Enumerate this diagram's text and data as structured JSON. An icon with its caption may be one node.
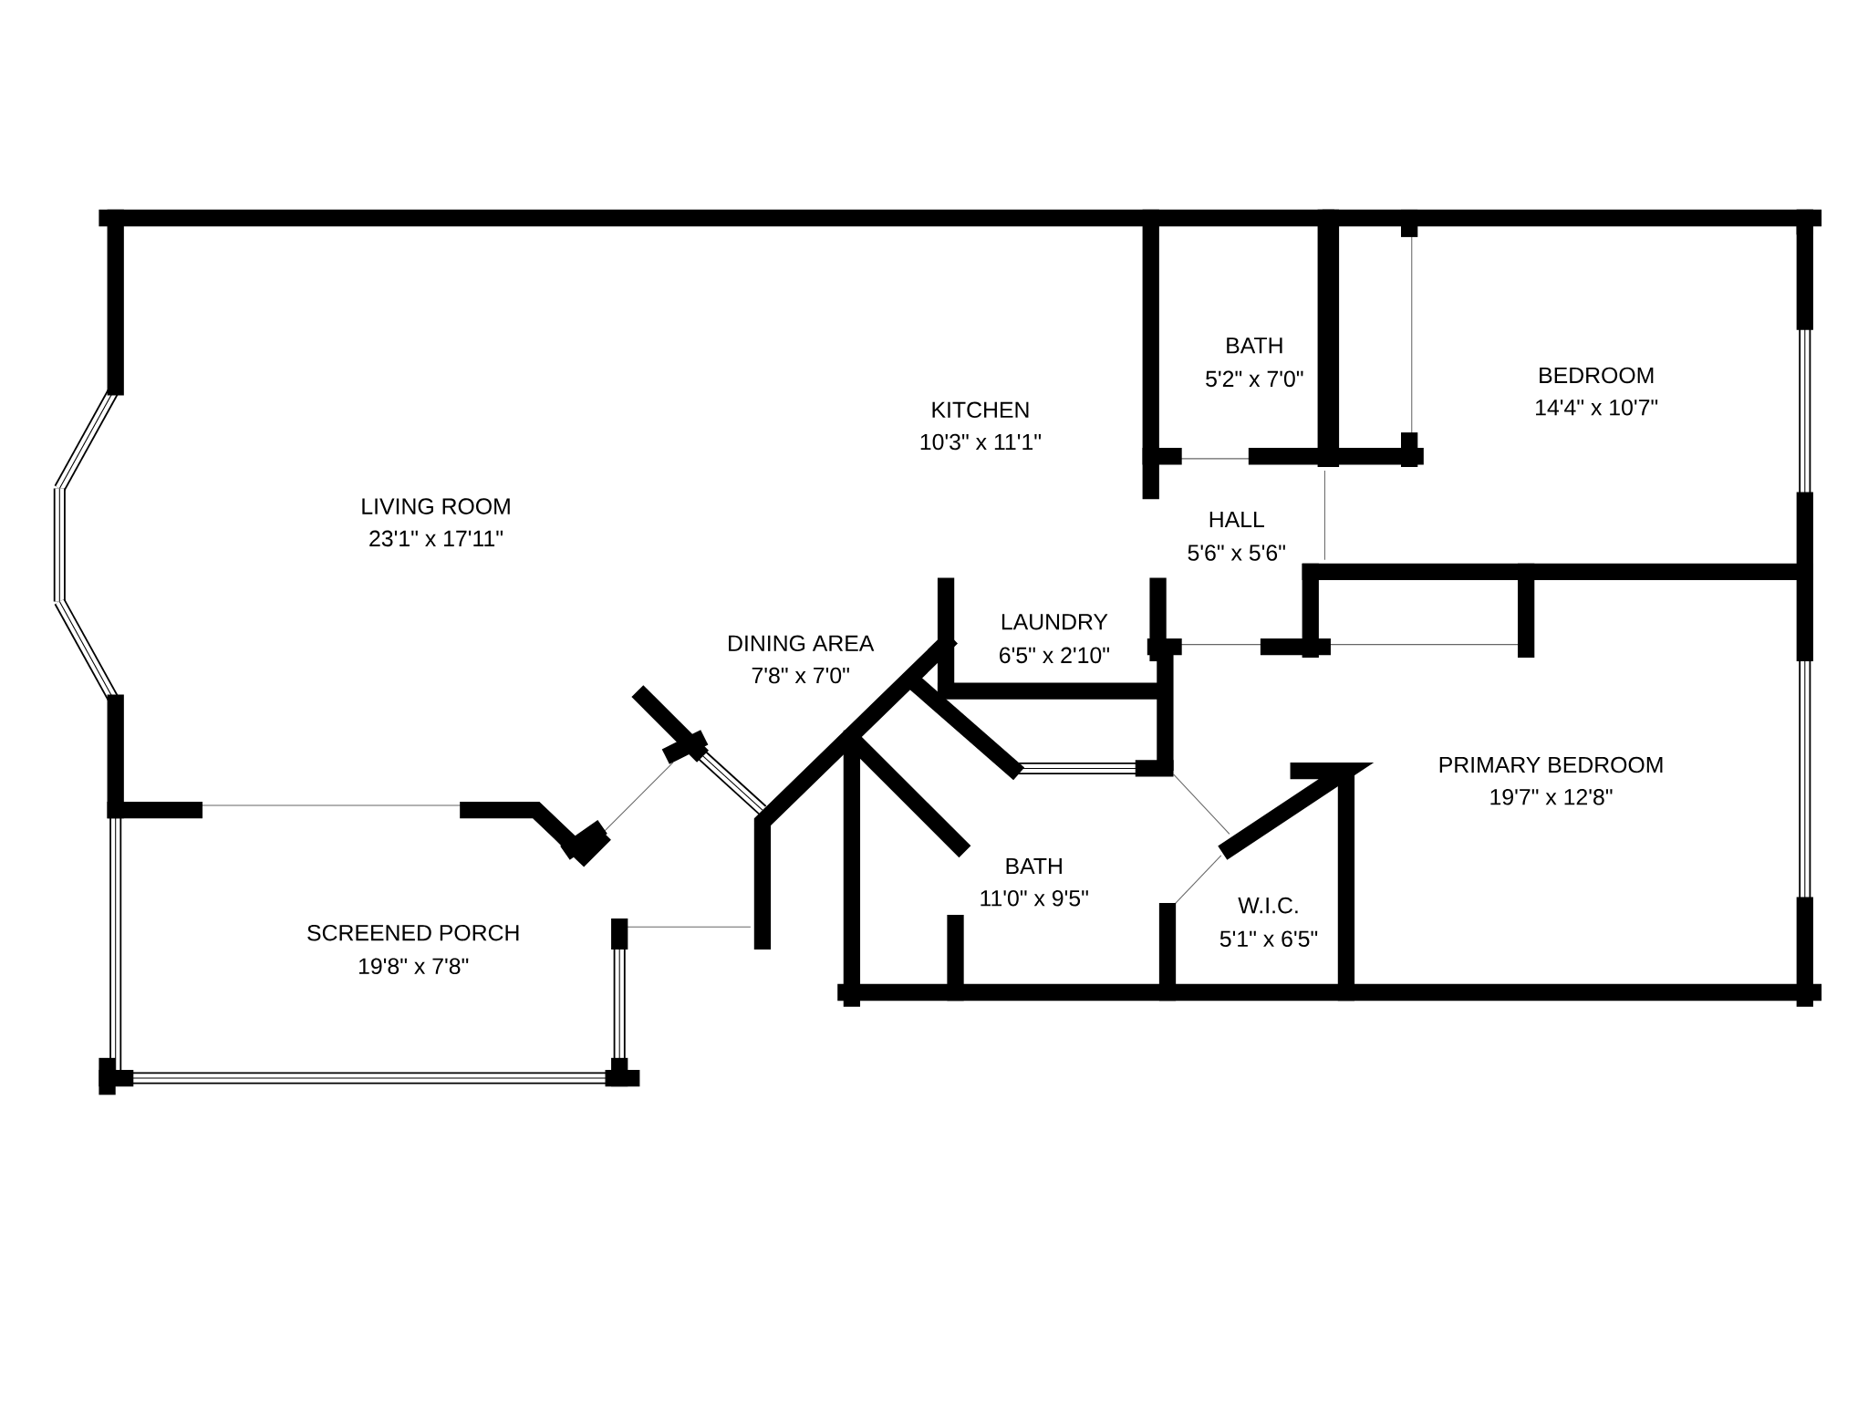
{
  "diagram": {
    "labels": [
      "BATH",
      "5'2\" x 7'0\"",
      "BEDROOM",
      "14'4\" x 10'7\"",
      "KITCHEN",
      "10'3\" x 11'1\"",
      "LIVING ROOM",
      "23'1\" x 17'11\"",
      "HALL",
      "5'6\" x 5'6\"",
      "LAUNDRY",
      "6'5\" x 2'10\"",
      "DINING AREA",
      "7'8\" x 7'0\"",
      "PRIMARY BEDROOM",
      "19'7\" x 12'8\"",
      "BATH",
      "11'0\" x 9'5\"",
      "W.I.C.",
      "5'1\" x 6'5\"",
      "SCREENED PORCH",
      "19'8\" x 7'8\""
    ]
  }
}
